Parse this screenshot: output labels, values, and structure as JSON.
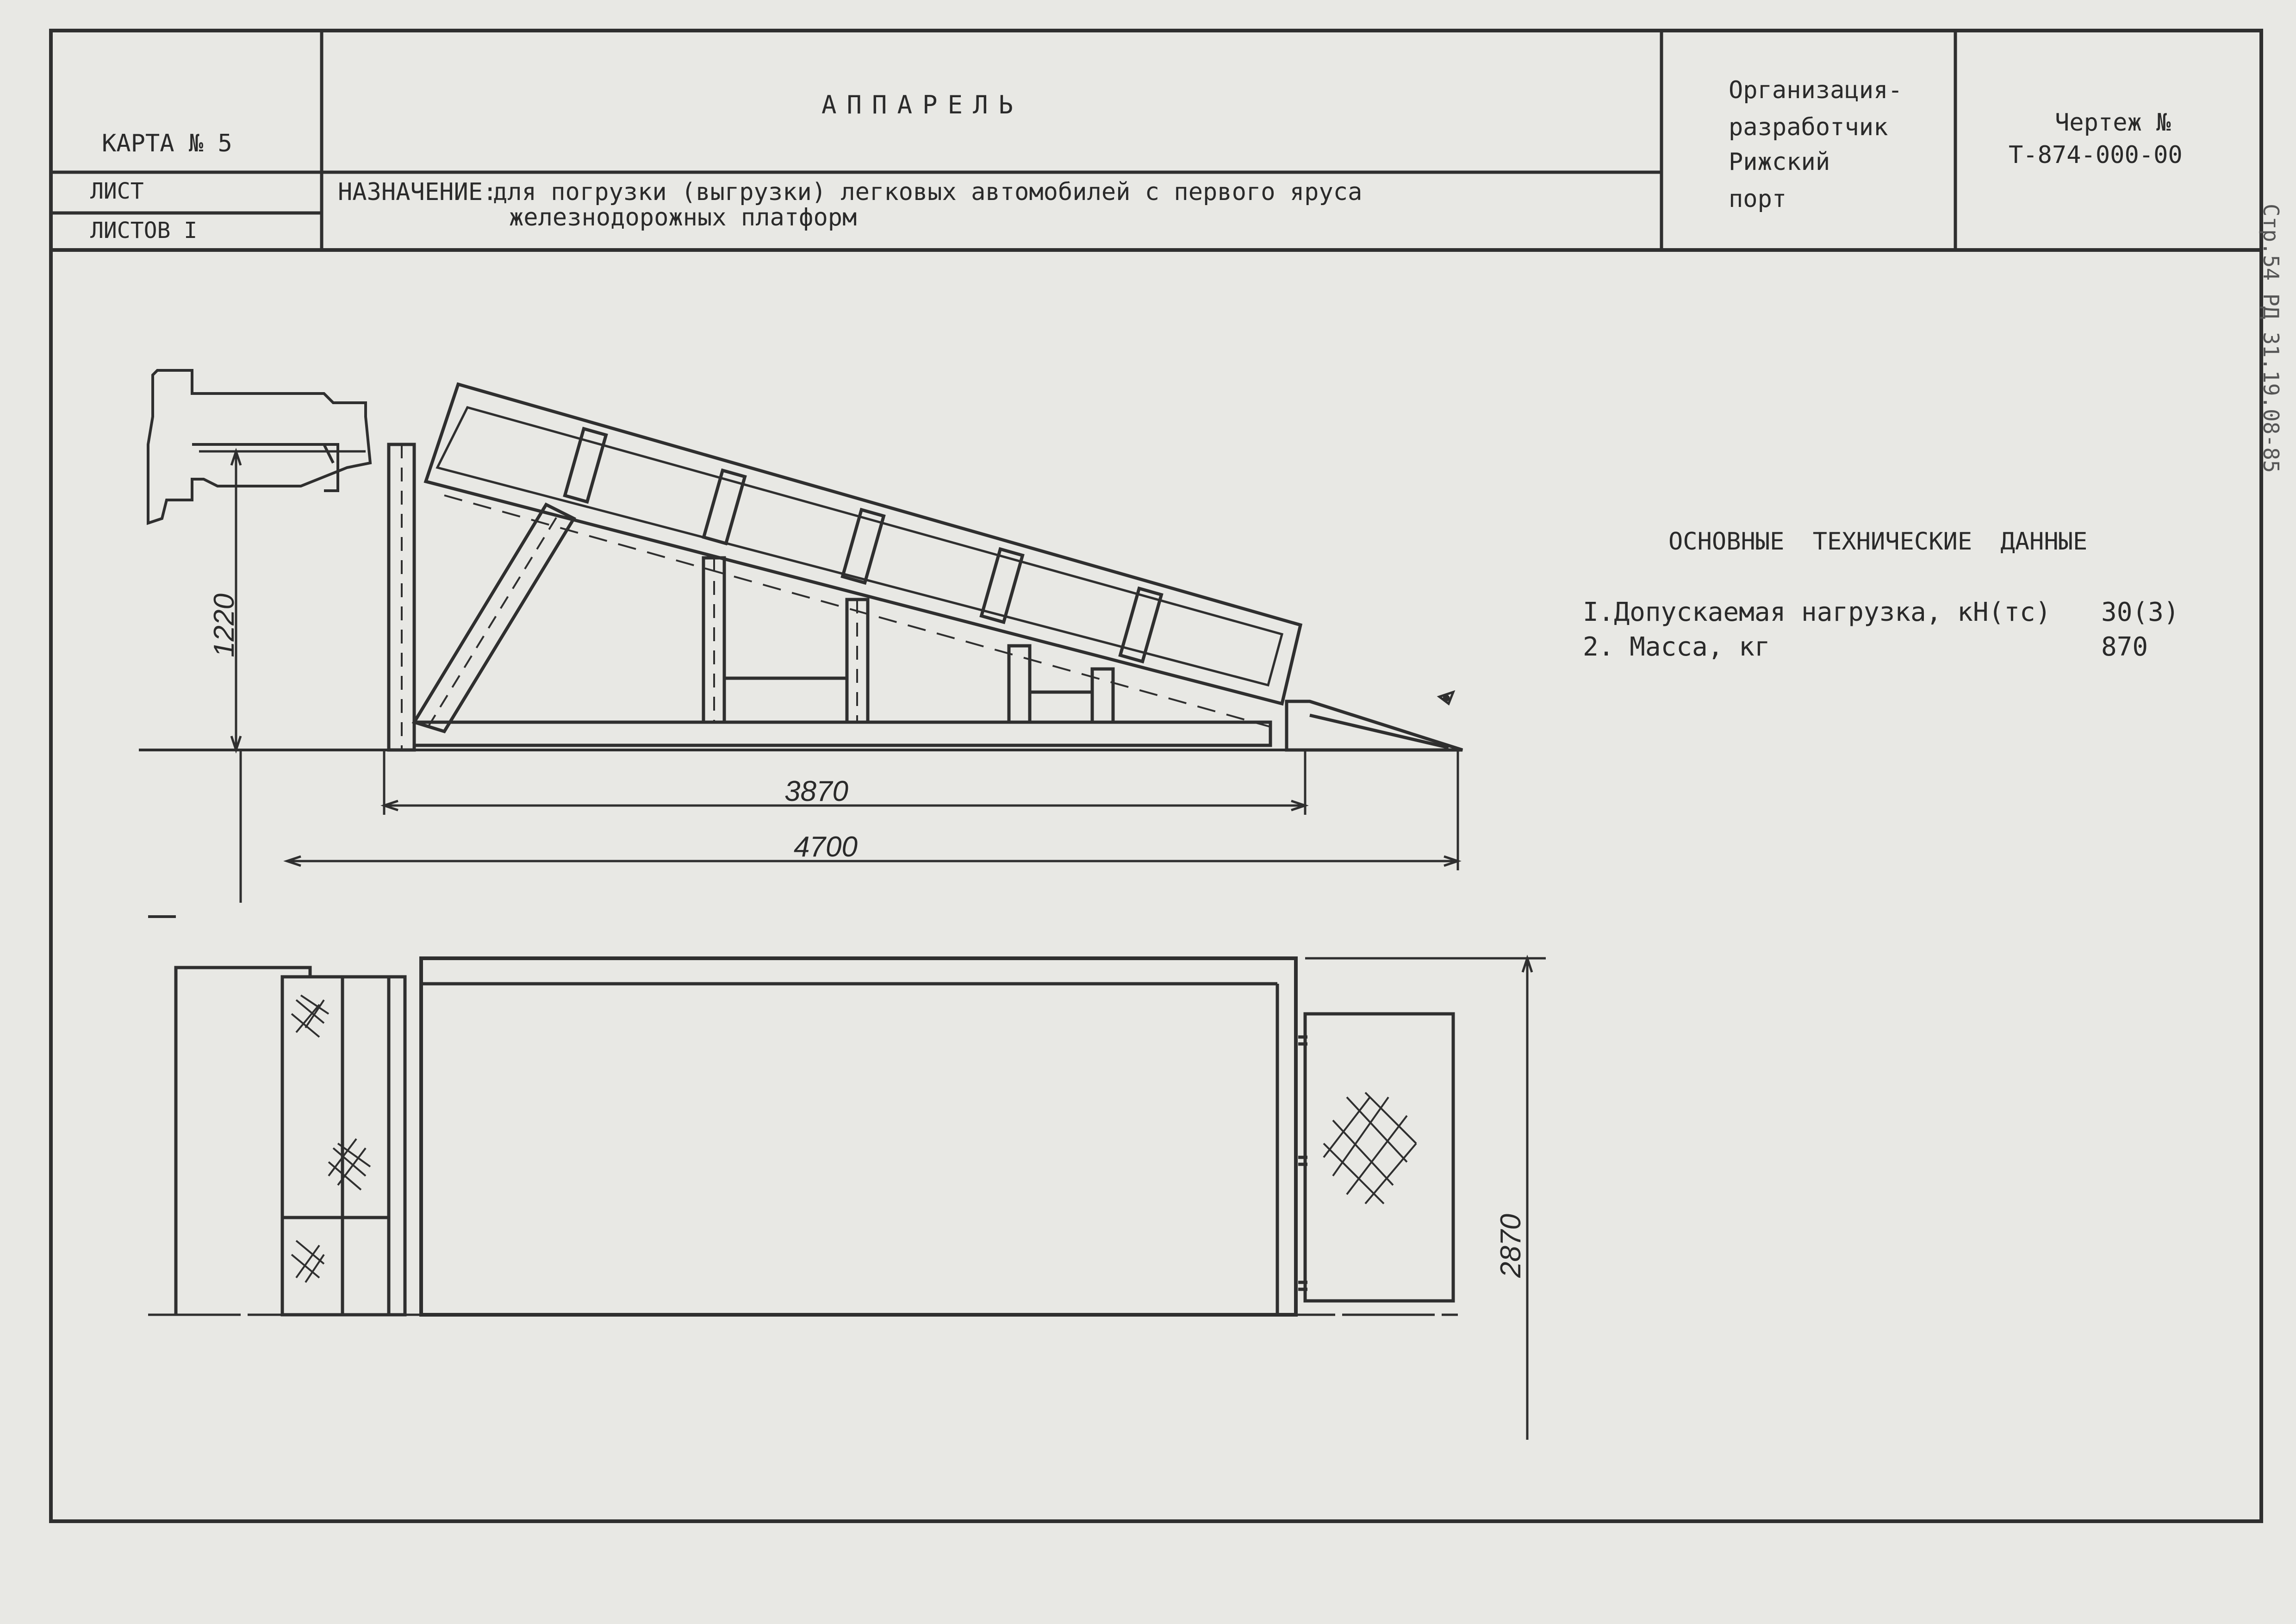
{
  "header": {
    "card": "КАРТА № 5",
    "sheet": "ЛИСТ",
    "sheets": "ЛИСТОВ I",
    "title": "АППАРЕЛЬ",
    "purpose_label": "НАЗНАЧЕНИЕ:",
    "purpose_line1": "для погрузки (выгрузки) легковых автомобилей с первого яруса",
    "purpose_line2": "железнодорожных платформ",
    "org_line1": "Организация-",
    "org_line2": "разработчик",
    "org_line3": "Рижский",
    "org_line4": "порт",
    "drawing_label": "Чертеж №",
    "drawing_number": "Т-874-000-00"
  },
  "side_note": "Стр.54 РД 31.19.08-85",
  "dimensions": {
    "height": "1220",
    "base_length": "3870",
    "total_length": "4700",
    "width": "2870"
  },
  "specs": {
    "title": "ОСНОВНЫЕ ТЕХНИЧЕСКИЕ ДАННЫЕ",
    "rows": [
      {
        "label": "I.Допускаемая нагрузка, кН(тс)",
        "value": "30(3)"
      },
      {
        "label": "2. Масса, кг",
        "value": "870"
      }
    ]
  }
}
